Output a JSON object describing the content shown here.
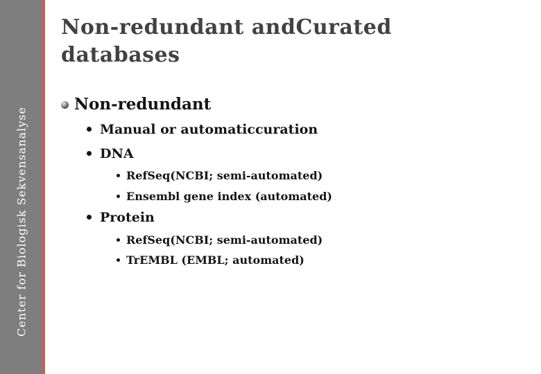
{
  "sidebar": {
    "label": "Center for Biologisk Sekvensanalyse"
  },
  "title": {
    "line1": "Non-redundant andCurated",
    "line2": "databases"
  },
  "outline": {
    "heading": "Non-redundant",
    "items": [
      {
        "level": 2,
        "text": "Manual or automaticcuration"
      },
      {
        "level": 2,
        "text": "DNA"
      },
      {
        "level": 3,
        "text": "RefSeq(NCBI; semi-automated)"
      },
      {
        "level": 3,
        "text": "Ensembl gene index (automated)"
      },
      {
        "level": 2,
        "text": "Protein"
      },
      {
        "level": 3,
        "text": "RefSeq(NCBI; semi-automated)"
      },
      {
        "level": 3,
        "text": "TrEMBL (EMBL; automated)"
      }
    ]
  },
  "icons": {
    "level1_bullet": "sphere-bullet-icon",
    "level2_bullet": "dot-bullet-icon",
    "level3_bullet": "dot-bullet-icon"
  },
  "colors": {
    "background": "#ffffff",
    "sidebar_bar": "#7e7e7e",
    "accent_line": "#c4615c",
    "title_text": "#424242",
    "body_text": "#141414",
    "sidebar_text": "#ffffff"
  }
}
